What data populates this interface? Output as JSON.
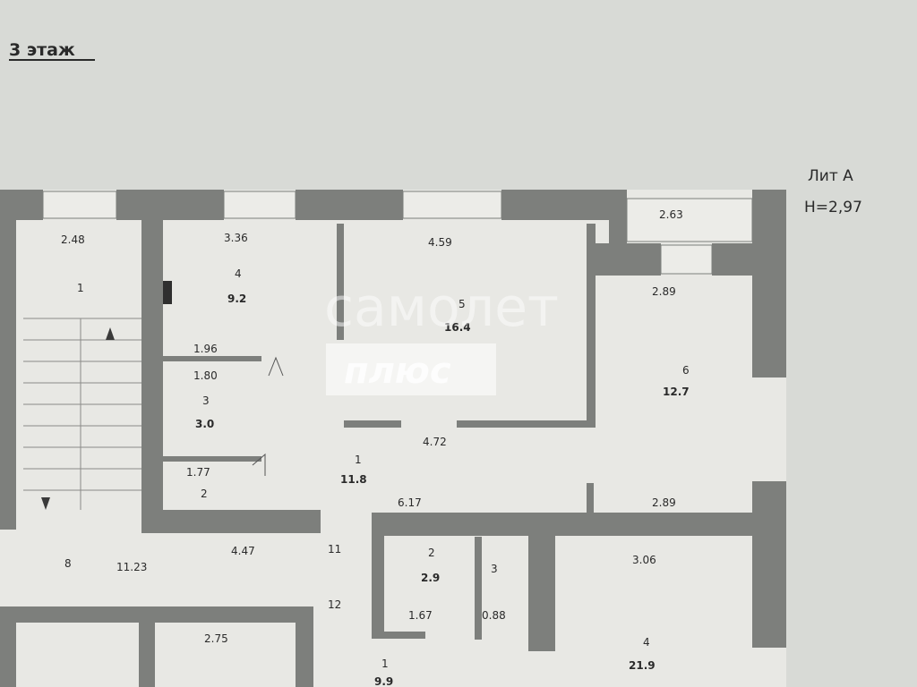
{
  "floor_title": "3 этаж",
  "lit": {
    "line1": "Лит А",
    "line2": "Н=2,97"
  },
  "watermark": {
    "brand": "самолет",
    "sub": "плюс"
  },
  "rooms": [
    {
      "name": "room-1-stair",
      "number": "1",
      "width": "2.48"
    },
    {
      "name": "room-4-top",
      "number": "4",
      "area": "9.2",
      "width": "3.36"
    },
    {
      "name": "room-5",
      "number": "5",
      "area": "16.4",
      "width": "4.59"
    },
    {
      "name": "room-6",
      "number": "6",
      "area": "12.7",
      "width": "2.89"
    },
    {
      "name": "room-3-small",
      "number": "3",
      "area": "3.0"
    },
    {
      "name": "room-2-small",
      "number": "2"
    },
    {
      "name": "room-1-hall",
      "number": "1",
      "area": "11.8",
      "width": "4.72"
    },
    {
      "name": "room-2-bottom",
      "number": "2",
      "area": "2.9"
    },
    {
      "name": "room-3-bottom",
      "number": "3"
    },
    {
      "name": "room-4-bottom",
      "number": "4",
      "area": "21.9",
      "width": "3.06"
    },
    {
      "name": "room-1-bottom",
      "number": "1",
      "area": "9.9"
    }
  ],
  "dimensions": {
    "top_right_room": "2.63",
    "d196": "1.96",
    "d180": "1.80",
    "d177": "1.77",
    "d617": "6.17",
    "d289_bottom": "2.89",
    "d447": "4.47",
    "d1123": "11.23",
    "d167": "1.67",
    "d088": "0.88",
    "d275": "2.75",
    "d11": "11",
    "d12": "12",
    "d8": "8"
  }
}
